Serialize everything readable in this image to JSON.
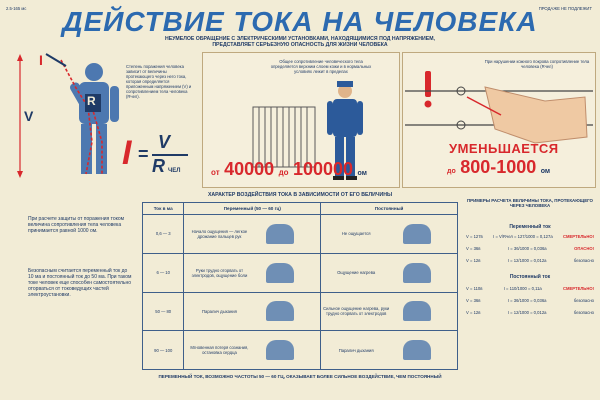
{
  "header": {
    "code": "2.5-165 мс",
    "topright": "ПРОДАЖЕ НЕ ПОДЛЕЖИТ",
    "title": "ДЕЙСТВИЕ ТОКА НА ЧЕЛОВЕКА",
    "subtitle": "НЕУМЕЛОЕ ОБРАЩЕНИЕ С ЭЛЕКТРИЧЕСКИМИ УСТАНОВКАМИ, НАХОДЯЩИМИСЯ ПОД НАПРЯЖЕНИЕМ, ПРЕДСТАВЛЯЕТ СЕРЬЕЗНУЮ ОПАСНОСТЬ ДЛЯ ЖИЗНИ ЧЕЛОВЕКА"
  },
  "left_panel": {
    "label_I": "I",
    "label_V": "V",
    "label_R": "R",
    "text": "Степень поражения человека зависит от величины протекающего через него тока, которая определяется приложенным напряжением (V) и сопротивлением тела человека (Rчел).",
    "formula_I": "I",
    "formula_eq": "=",
    "formula_V": "V",
    "formula_R": "R",
    "formula_sub": "ЧЕЛ"
  },
  "middle_panel": {
    "text": "Общее сопротивление человеческого тела определяется верхним слоем кожи и в нормальных условиях лежит в пределах",
    "range_prefix": "от",
    "range_from": "40000",
    "range_mid": "до",
    "range_to": "100000",
    "unit": "ом"
  },
  "right_panel": {
    "text": "При нарушении кожного покрова сопротивление тела человека (Rчел)",
    "action": "УМЕНЬШАЕТСЯ",
    "prefix": "до",
    "value": "800-1000",
    "unit": "ом"
  },
  "lower_left": {
    "para1": "При расчете защиты от поражения током величина сопротивления тела человека принимается равной 1000 ом.",
    "para2": "Безопасным считается переменный ток до 10 ма и постоянный ток до 50 ма. При таком токе человек еще способен самостоятельно оторваться от токоведущих частей электроустановки."
  },
  "table": {
    "title": "ХАРАКТЕР ВОЗДЕЙСТВИЯ ТОКА В ЗАВИСИМОСТИ ОТ ЕГО ВЕЛИЧИНЫ",
    "col_current": "Ток в ма",
    "col_ac": "Переменный (50 — 60 гц)",
    "col_dc": "Постоянный",
    "rows": [
      {
        "range": "0,6 — 3",
        "ac": "Начало ощущения — легкое дрожание пальцев рук",
        "dc": "Не ощущается"
      },
      {
        "range": "6 — 10",
        "ac": "Руки трудно оторвать от электродов, ощущение боли",
        "dc": "Ощущение нагрева"
      },
      {
        "range": "50 — 80",
        "ac": "Паралич дыхания",
        "dc": "Сильное ощущение нагрева, руки трудно оторвать от электродов"
      },
      {
        "range": "90 — 100",
        "ac": "Мгновенная потеря сознания, остановка сердца",
        "dc": "Паралич дыхания"
      }
    ],
    "footer": "ПЕРЕМЕННЫЙ ТОК, ВОЗМОЖНО ЧАСТОТЫ 50 — 60 ГЦ, ОКАЗЫВАЕТ БОЛЕЕ СИЛЬНОЕ ВОЗДЕЙСТВИЕ, ЧЕМ ПОСТОЯННЫЙ"
  },
  "examples": {
    "title": "ПРИМЕРЫ РАСЧЕТА ВЕЛИЧИНЫ ТОКА, ПРОТЕКАЮЩЕГО ЧЕРЕЗ ЧЕЛОВЕКА",
    "ac_title": "Переменный ток",
    "dc_title": "Постоянный ток",
    "ac_rows": [
      {
        "left": "V = 127в",
        "formula": "I = V/Rчел = 127/1000 = 0,127а",
        "result": "СМЕРТЕЛЬНО!",
        "danger": true
      },
      {
        "left": "V = 36в",
        "formula": "I = 36/1000 = 0,036а",
        "result": "ОПАСНО!",
        "danger": true
      },
      {
        "left": "V = 12в",
        "formula": "I = 12/1000 = 0,012а",
        "result": "безопасно",
        "danger": false
      }
    ],
    "dc_rows": [
      {
        "left": "V = 110в",
        "formula": "I = 110/1000 = 0,11а",
        "result": "СМЕРТЕЛЬНО!",
        "danger": true
      },
      {
        "left": "V = 36в",
        "formula": "I = 36/1000 = 0,036а",
        "result": "безопасно",
        "danger": false
      },
      {
        "left": "V = 12в",
        "formula": "I = 12/1000 = 0,012а",
        "result": "безопасно",
        "danger": false
      }
    ]
  },
  "colors": {
    "accent": "#2c6ab0",
    "danger": "#d8282c",
    "paper": "#f2ecd6"
  }
}
